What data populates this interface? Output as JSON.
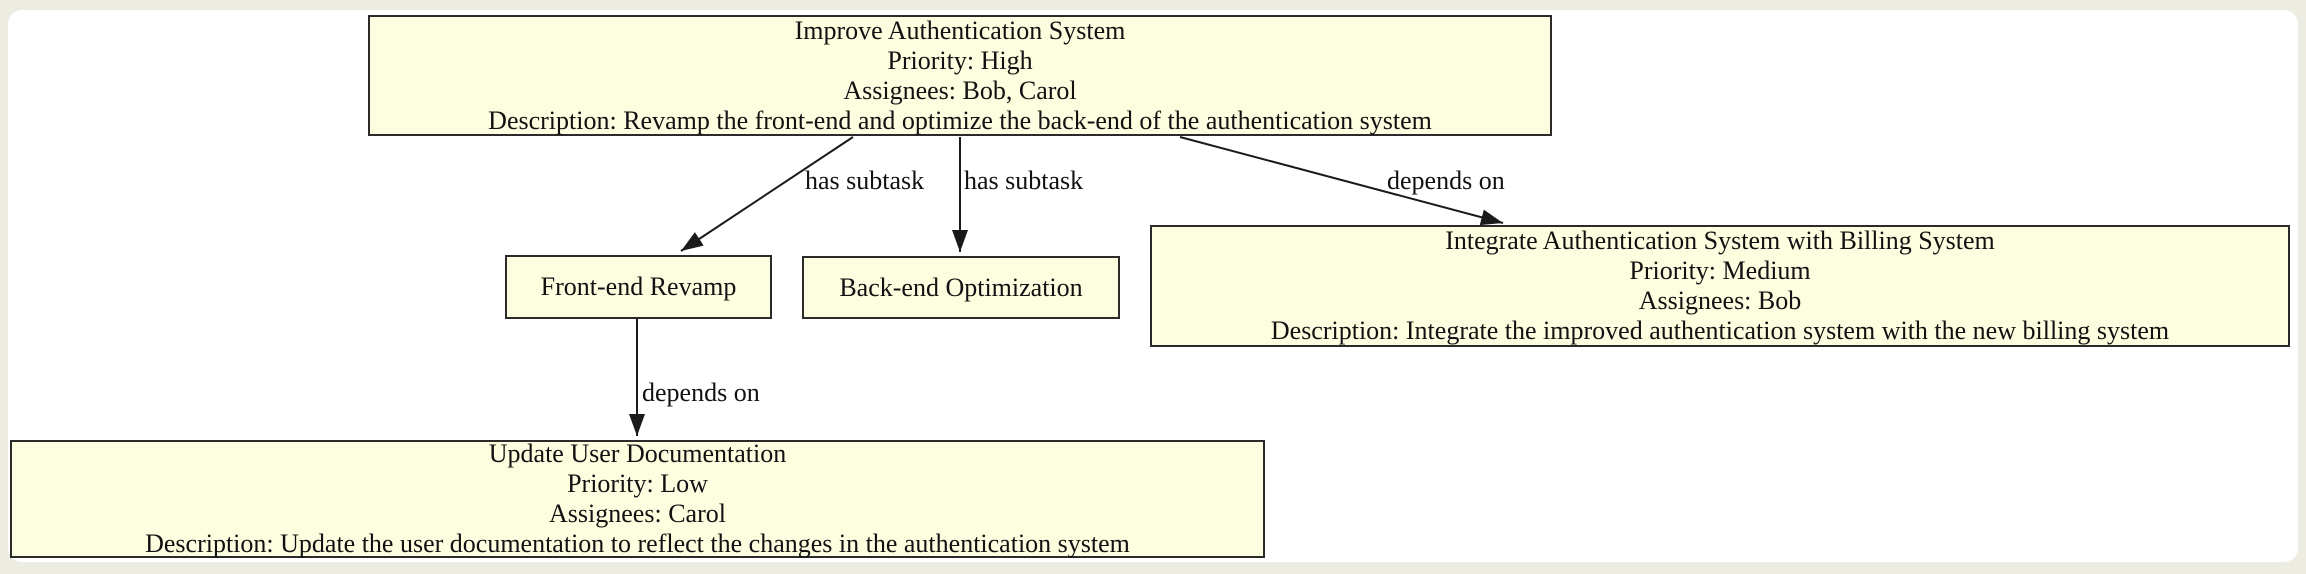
{
  "diagram": {
    "type": "directed-graph",
    "nodes": {
      "improve": {
        "title": "Improve Authentication System",
        "priority": "Priority: High",
        "assignees": "Assignees: Bob, Carol",
        "description": "Description: Revamp the front-end and optimize the back-end of the authentication system"
      },
      "frontend": {
        "title": "Front-end Revamp"
      },
      "backend": {
        "title": "Back-end Optimization"
      },
      "integrate": {
        "title": "Integrate Authentication System with Billing System",
        "priority": "Priority: Medium",
        "assignees": "Assignees: Bob",
        "description": "Description: Integrate the improved authentication system with the new billing system"
      },
      "update": {
        "title": "Update User Documentation",
        "priority": "Priority: Low",
        "assignees": "Assignees: Carol",
        "description": "Description: Update the user documentation to reflect the changes in the authentication system"
      }
    },
    "edges": [
      {
        "from": "improve",
        "to": "frontend",
        "label": "has subtask"
      },
      {
        "from": "improve",
        "to": "backend",
        "label": "has subtask"
      },
      {
        "from": "improve",
        "to": "integrate",
        "label": "depends on"
      },
      {
        "from": "frontend",
        "to": "update",
        "label": "depends on"
      }
    ],
    "colors": {
      "page_bg": "#edece3",
      "canvas_bg": "#ffffff",
      "node_fill": "#fdfde0",
      "node_border": "#2a2a2a",
      "edge": "#1a1a1a"
    }
  }
}
